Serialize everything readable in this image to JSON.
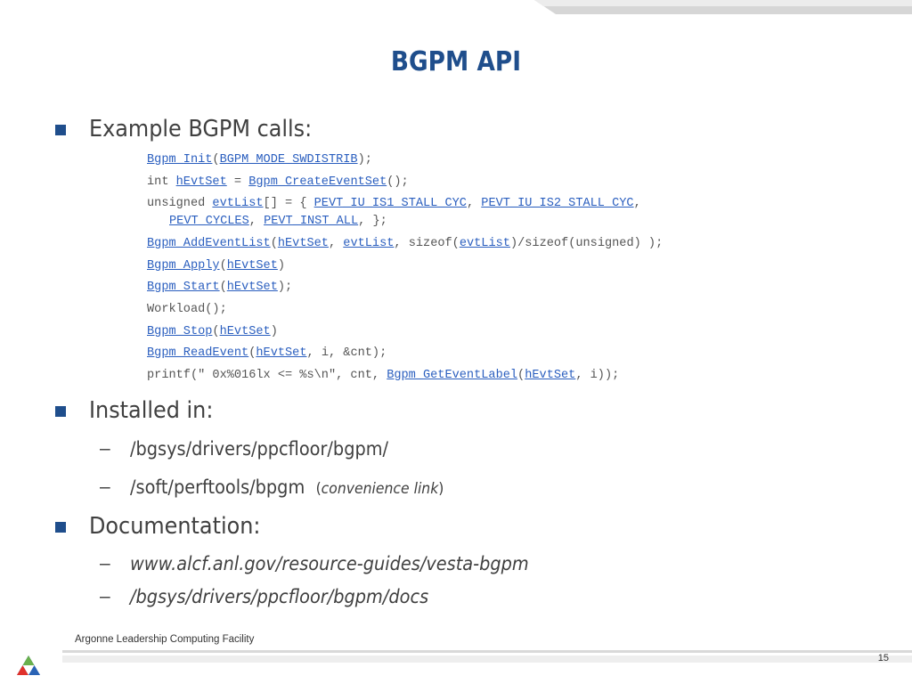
{
  "title": "BGPM API",
  "bullets": [
    {
      "label": "Example BGPM calls:"
    },
    {
      "label": "Installed in:"
    },
    {
      "label": "Documentation:"
    }
  ],
  "code_lines": [
    [
      "Bgpm_Init",
      "(",
      "BGPM_MODE_SWDISTRIB",
      ");"
    ],
    [
      "int ",
      "hEvtSet",
      " = ",
      "Bgpm_CreateEventSet",
      "();"
    ],
    [
      "unsigned ",
      "evtList",
      "[] = { ",
      "PEVT_IU_IS1_STALL_CYC",
      ", ",
      "PEVT_IU_IS2_STALL_CYC",
      ","
    ],
    [
      "PEVT_CYCLES",
      ", ",
      "PEVT_INST_ALL",
      ", };"
    ],
    [
      "Bgpm_AddEventList",
      "(",
      "hEvtSet",
      ", ",
      "evtList",
      ", sizeof(",
      "evtList",
      ")/sizeof(unsigned) );"
    ],
    [
      "Bgpm_Apply",
      "(",
      "hEvtSet",
      ")"
    ],
    [
      "Bgpm_Start",
      "(",
      "hEvtSet",
      ");"
    ],
    [
      "Workload();"
    ],
    [
      "Bgpm_Stop",
      "(",
      "hEvtSet",
      ")"
    ],
    [
      "Bgpm_ReadEvent",
      "(",
      "hEvtSet",
      ", i, &cnt);"
    ],
    [
      "printf(\" 0x%016lx <= %s\\n\", cnt, ",
      "Bgpm_GetEventLabel",
      "(",
      "hEvtSet",
      ", i));"
    ]
  ],
  "installed": {
    "path1": "/bgsys/drivers/ppcfloor/bgpm/",
    "path2": "/soft/perftools/bpgm",
    "path2_note_open": "(",
    "path2_note": "convenience link",
    "path2_note_close": ")"
  },
  "documentation": {
    "link1": "www.alcf.anl.gov/resource-guides/vesta-bgpm",
    "link2": "/bgsys/drivers/ppcfloor/bgpm/docs"
  },
  "dash": "–",
  "footer": {
    "org": "Argonne Leadership Computing Facility",
    "page": "15"
  },
  "colors": {
    "title": "#1f4e8c",
    "link": "#2b5fbf",
    "bullet": "#1f4e8c"
  }
}
